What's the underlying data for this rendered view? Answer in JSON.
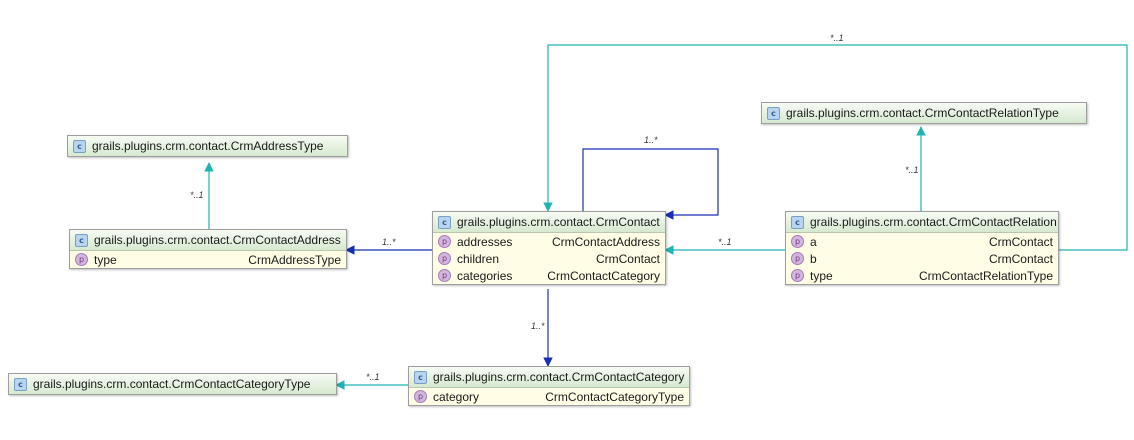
{
  "icons": {
    "class_icon": "class-c-icon",
    "property_icon": "property-p-icon"
  },
  "icon_glyphs": {
    "class": "c",
    "property": "p"
  },
  "colors": {
    "composition_blue": "#1a2fb0",
    "dependency_cyan": "#1fb3b3",
    "header_green": "#d6e9d0",
    "body_yellow": "#fffde6"
  },
  "classes": {
    "crm_address_type": {
      "name": "grails.plugins.crm.contact.CrmAddressType"
    },
    "crm_contact_address": {
      "name": "grails.plugins.crm.contact.CrmContactAddress",
      "properties": [
        {
          "name": "type",
          "type": "CrmAddressType"
        }
      ]
    },
    "crm_contact": {
      "name": "grails.plugins.crm.contact.CrmContact",
      "properties": [
        {
          "name": "addresses",
          "type": "CrmContactAddress"
        },
        {
          "name": "children",
          "type": "CrmContact"
        },
        {
          "name": "categories",
          "type": "CrmContactCategory"
        }
      ]
    },
    "crm_contact_relation_type": {
      "name": "grails.plugins.crm.contact.CrmContactRelationType"
    },
    "crm_contact_relation": {
      "name": "grails.plugins.crm.contact.CrmContactRelation",
      "properties": [
        {
          "name": "a",
          "type": "CrmContact"
        },
        {
          "name": "b",
          "type": "CrmContact"
        },
        {
          "name": "type",
          "type": "CrmContactRelationType"
        }
      ]
    },
    "crm_contact_category": {
      "name": "grails.plugins.crm.contact.CrmContactCategory",
      "properties": [
        {
          "name": "category",
          "type": "CrmContactCategoryType"
        }
      ]
    },
    "crm_contact_category_type": {
      "name": "grails.plugins.crm.contact.CrmContactCategoryType"
    }
  },
  "edges": {
    "relation_to_contact_top": {
      "label": "*..1"
    },
    "address_to_address_type": {
      "label": "*..1"
    },
    "contact_self_children": {
      "label": "1..*"
    },
    "relation_to_relation_type": {
      "label": "*..1"
    },
    "contact_to_address": {
      "label": "1..*"
    },
    "relation_to_contact": {
      "label": "*..1"
    },
    "contact_to_category": {
      "label": "1..*"
    },
    "category_to_category_type": {
      "label": "*..1"
    }
  }
}
